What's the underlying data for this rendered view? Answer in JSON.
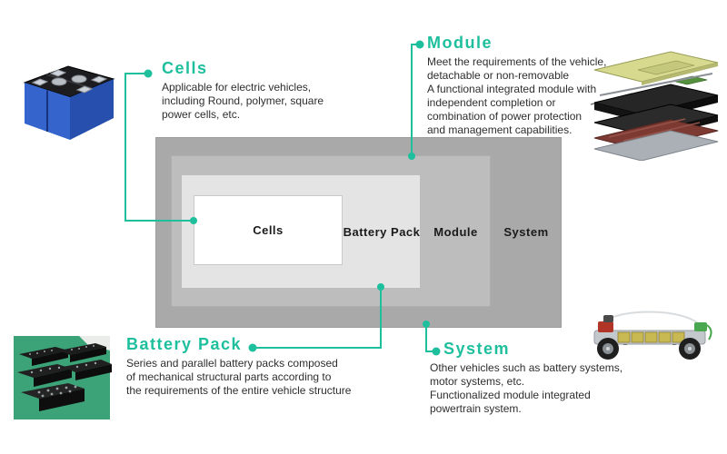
{
  "colors": {
    "accent": "#1ebf9d",
    "diagram_border": "#9c9c9c"
  },
  "diagram": {
    "layers": [
      {
        "label": "System",
        "color": "#a9a9a9"
      },
      {
        "label": "Module",
        "color": "#bdbdbd"
      },
      {
        "label": "Battery Pack",
        "color": "#e4e4e4"
      },
      {
        "label": "Cells",
        "color": "#ffffff"
      }
    ]
  },
  "callouts": {
    "cells": {
      "title": "Cells",
      "body": "Applicable for electric vehicles,\nincluding Round, polymer, square\npower cells, etc."
    },
    "module": {
      "title": "Module",
      "body": "Meet the requirements of the vehicle,\ndetachable or non-removable\nA functional integrated module with\nindependent completion or\ncombination of power protection\nand management capabilities."
    },
    "battery_pack": {
      "title": "Battery Pack",
      "body": "Series and parallel battery packs composed\nof mechanical structural parts according to\nthe requirements of the entire vehicle structure"
    },
    "system": {
      "title": "System",
      "body": "Other vehicles such as battery systems,\nmotor systems, etc.\nFunctionalized module integrated\npowertrain system."
    }
  },
  "images": {
    "cells_photo": "prismatic-battery-cells-photo",
    "module_photo": "battery-module-exploded-view-photo",
    "battery_pack_photo": "battery-pack-assembly-rows-photo",
    "system_photo": "electric-vehicle-chassis-photo"
  }
}
